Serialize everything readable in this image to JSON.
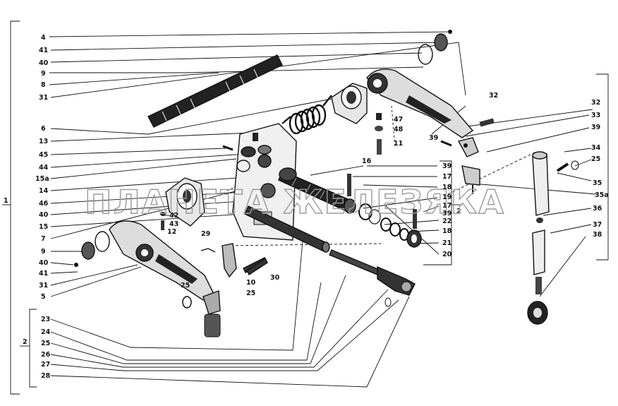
{
  "watermark": "ПЛАНЕТА ЖЕЛЕЗЯКА",
  "group_labels": {
    "group1": "1",
    "group2": "2",
    "group2_inner": "2"
  },
  "left_labels": {
    "l4": "4",
    "l41": "41",
    "l40": "40",
    "l9": "9",
    "l8": "8",
    "l31": "31",
    "l6": "6",
    "l13": "13",
    "l45": "45",
    "l44": "44",
    "l15a": "15а",
    "l14": "14",
    "l46": "46",
    "l40b": "40",
    "l15": "15",
    "l7": "7",
    "l9b": "9",
    "l40c": "40",
    "l41b": "41",
    "l31b": "31",
    "l5": "5"
  },
  "lower_left_labels": {
    "l23": "23",
    "l24": "24",
    "l25": "25",
    "l26": "26",
    "l27": "27",
    "l28": "28"
  },
  "center_labels": {
    "c47": "47",
    "c48": "48",
    "c11": "11",
    "c16": "16",
    "c39": "39",
    "c17": "17",
    "c18": "18",
    "c19": "19",
    "c17b": "17",
    "c39b": "39",
    "c22": "22",
    "c18b": "18",
    "c21": "21",
    "c20": "20",
    "c42": "42",
    "c43": "43",
    "c12": "12",
    "c29": "29",
    "c30": "30",
    "c10": "10",
    "c25": "25",
    "c25b": "25"
  },
  "right_labels": {
    "r32": "32",
    "r39": "39",
    "r32b": "32",
    "r33": "33",
    "r39b": "39",
    "r34": "34",
    "r25": "25",
    "r35": "35",
    "r35a": "35а",
    "r36": "36",
    "r37": "37",
    "r38": "38"
  }
}
